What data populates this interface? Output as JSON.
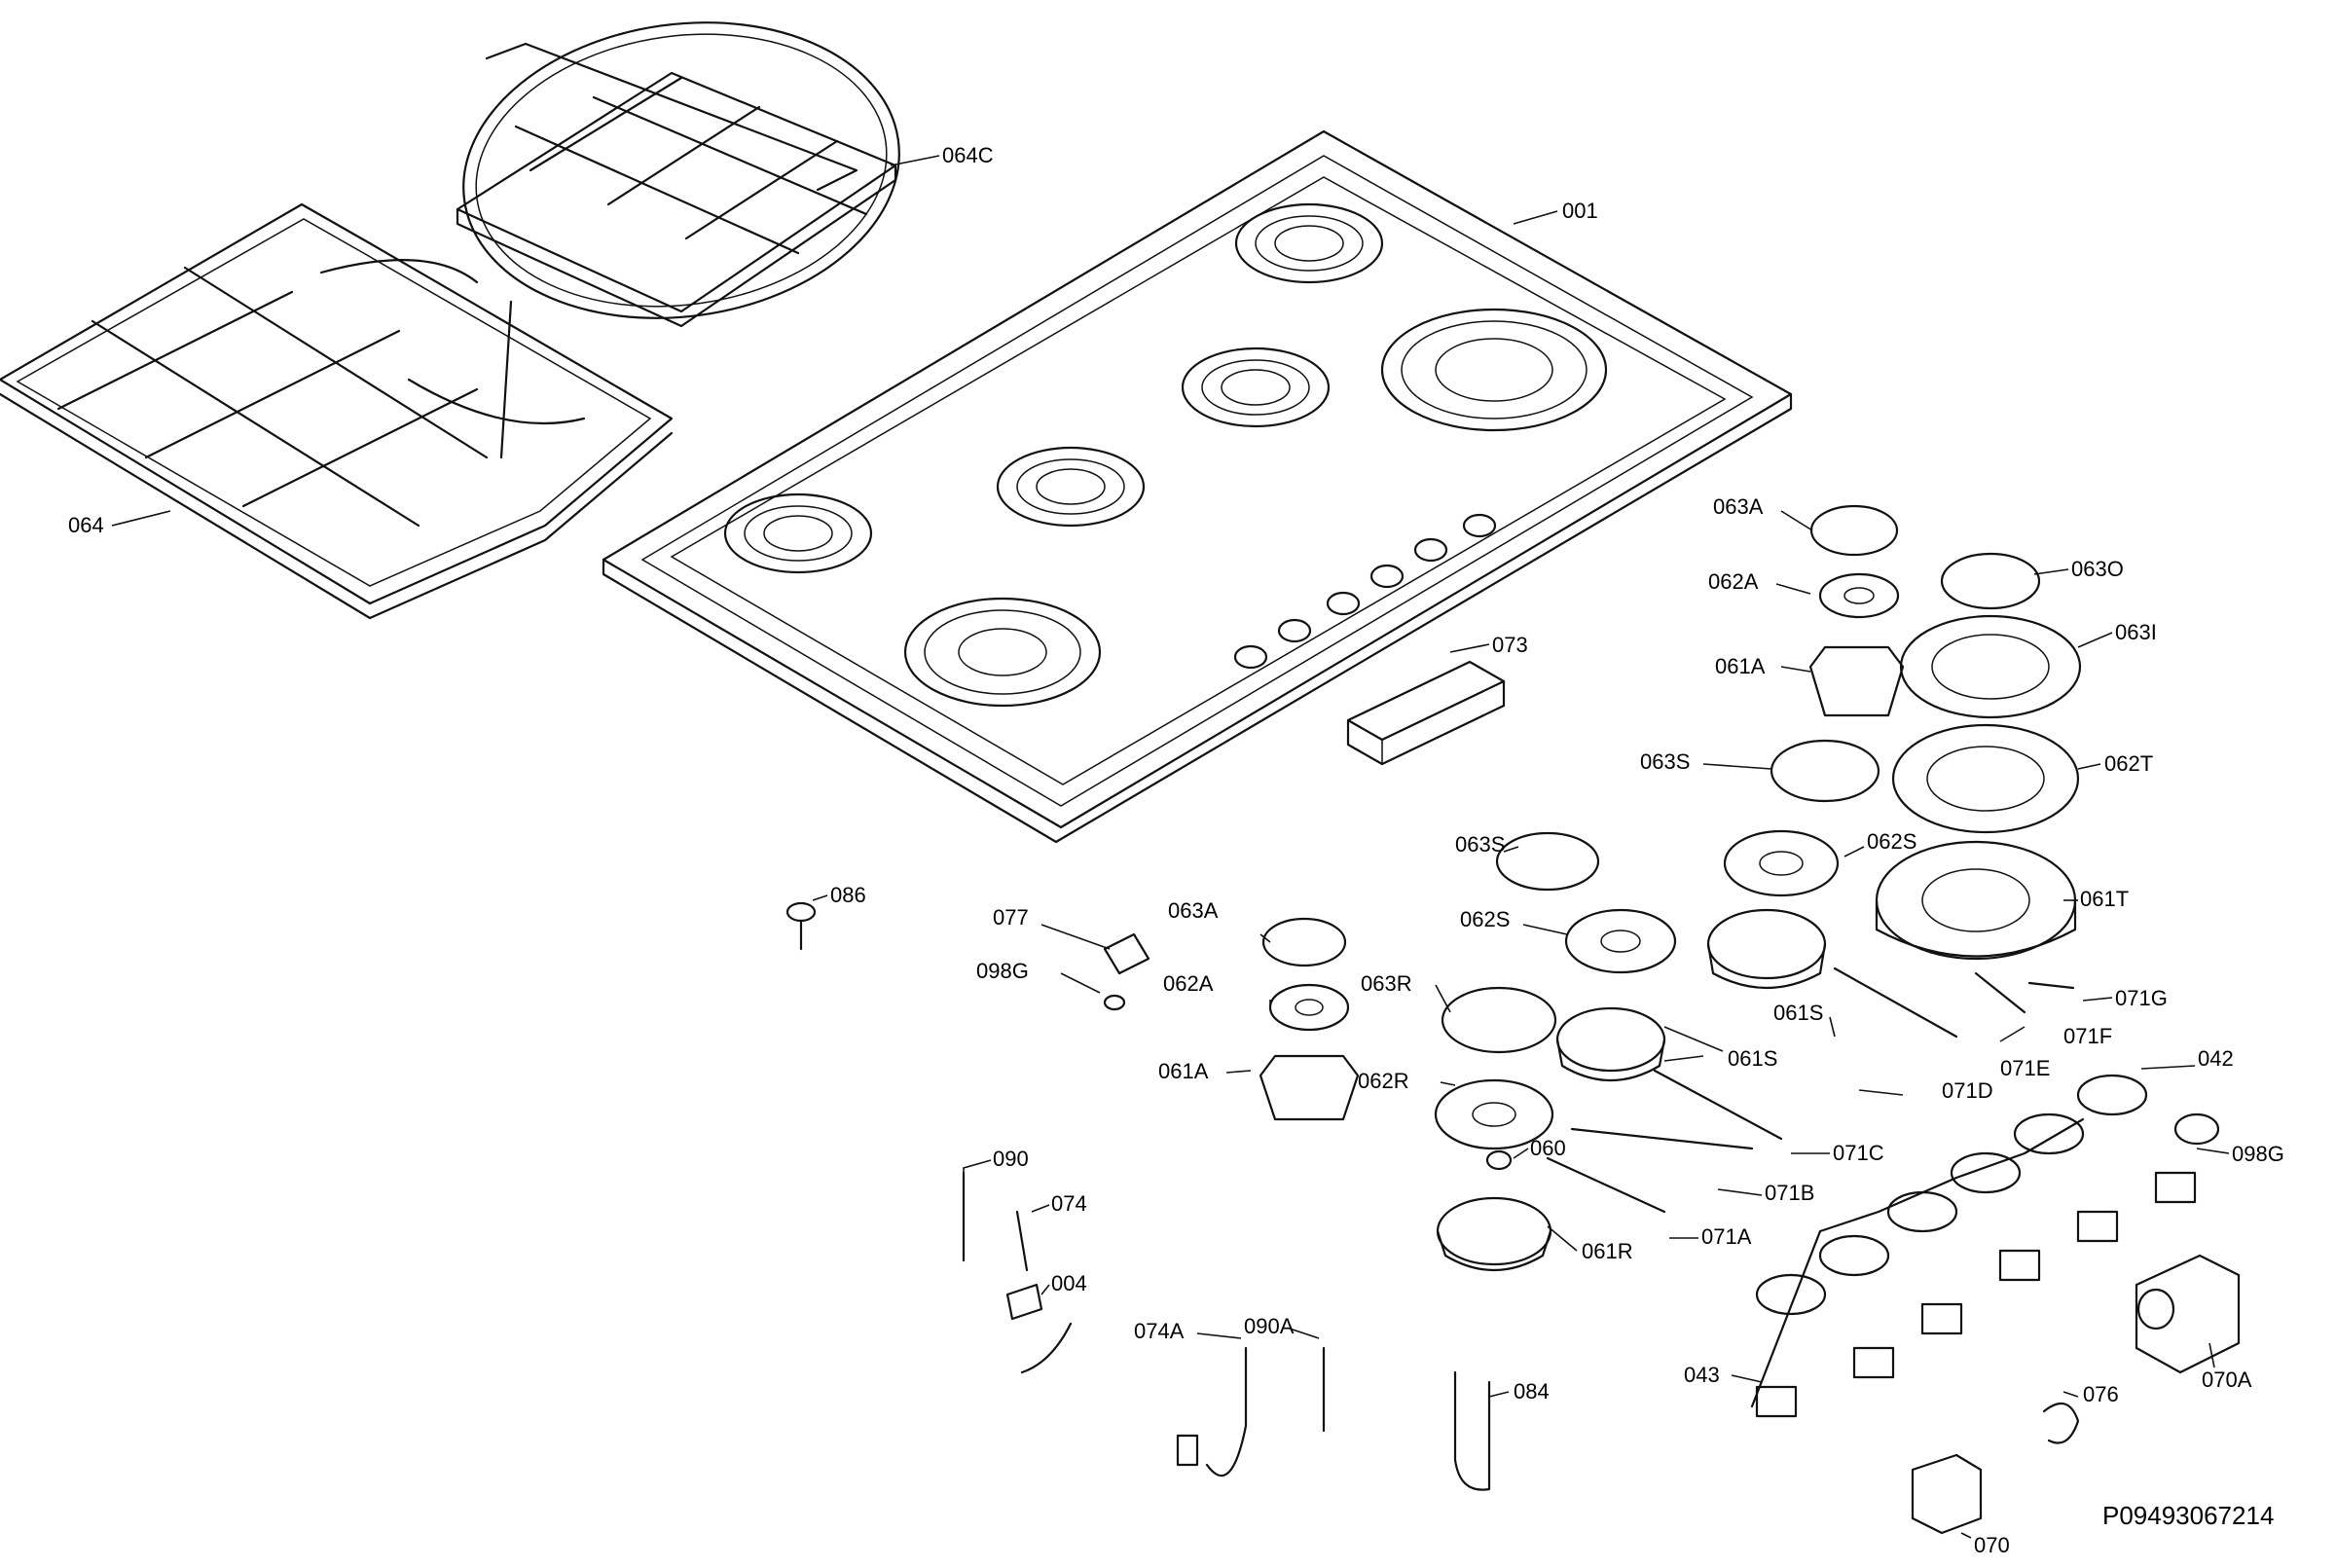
{
  "reference": "P09493067214",
  "labels": {
    "l064C": "064C",
    "l001": "001",
    "l064": "064",
    "l063A_r": "063A",
    "l063O": "063O",
    "l062A_r": "062A",
    "l063I": "063I",
    "l061A_r": "061A",
    "l073": "073",
    "l063S_a": "063S",
    "l062T": "062T",
    "l063S_b": "063S",
    "l062S_a": "062S",
    "l061T": "061T",
    "l086": "086",
    "l077": "077",
    "l063A_l": "063A",
    "l062S_b": "062S",
    "l098G_l": "098G",
    "l071G": "071G",
    "l062A_l": "062A",
    "l063R": "063R",
    "l061S_a": "061S",
    "l071F": "071F",
    "l061S_b": "061S",
    "l071E": "071E",
    "l042": "042",
    "l061A_l": "061A",
    "l062R": "062R",
    "l071D": "071D",
    "l098G_r": "098G",
    "l090": "090",
    "l060": "060",
    "l071C": "071C",
    "l074": "074",
    "l071B": "071B",
    "l061R": "061R",
    "l071A": "071A",
    "l004": "004",
    "l074A": "074A",
    "l090A": "090A",
    "l070A": "070A",
    "l043": "043",
    "l084": "084",
    "l076": "076",
    "l070": "070"
  }
}
